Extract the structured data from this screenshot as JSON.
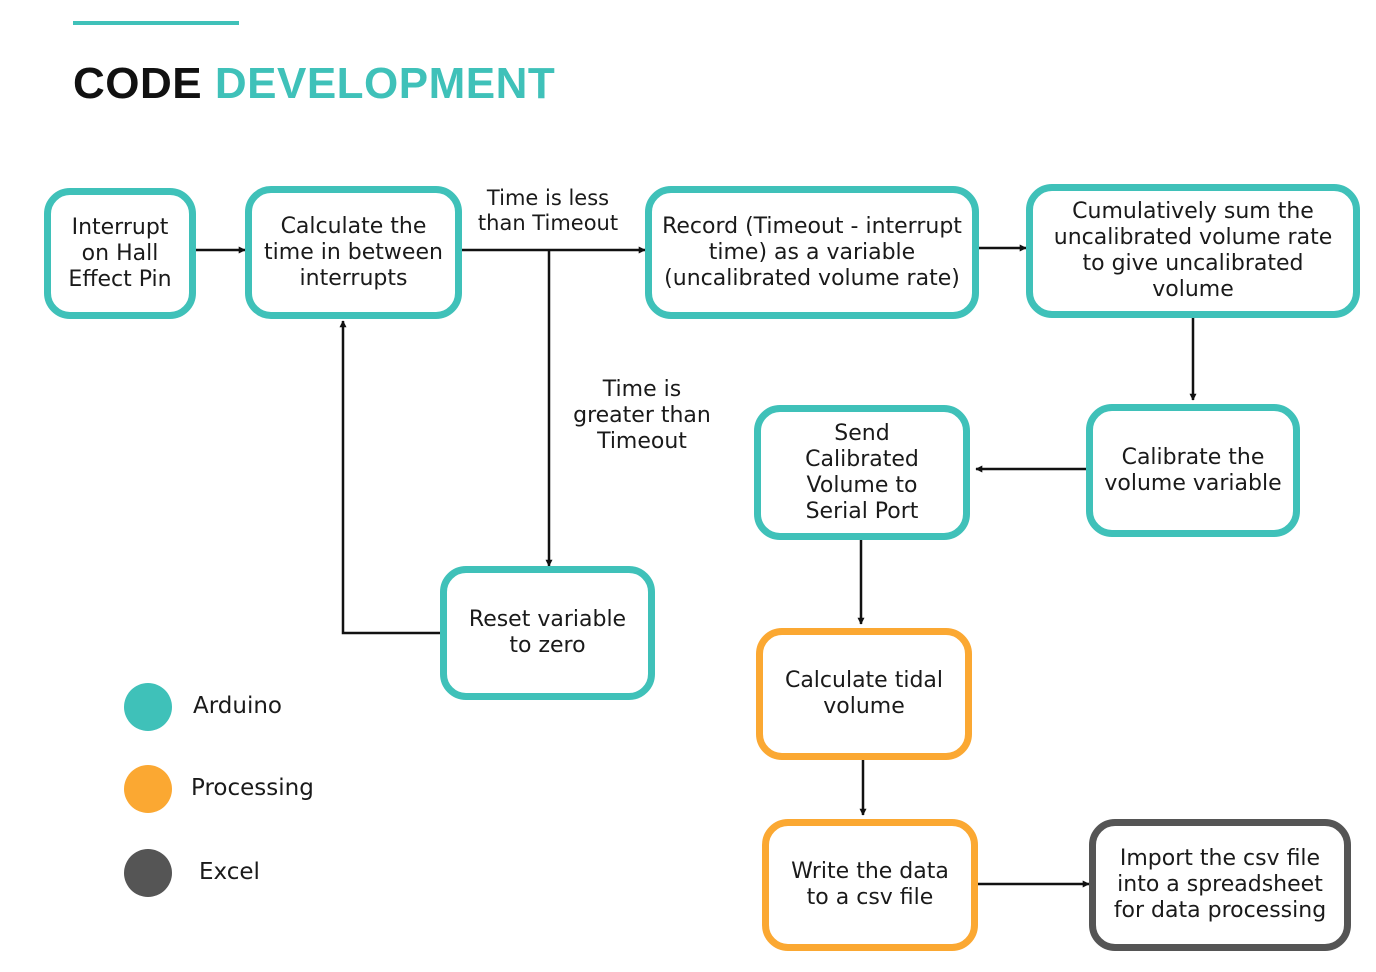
{
  "header": {
    "title_word1": "CODE",
    "title_word2": "DEVELOPMENT",
    "accent_color": "#3fc1b9"
  },
  "colors": {
    "arduino": "#3fc1b9",
    "processing": "#fba832",
    "excel": "#555555"
  },
  "nodes": {
    "interrupt": {
      "lines": [
        "Interrupt",
        "on Hall",
        "Effect Pin"
      ],
      "category": "arduino"
    },
    "calc_time": {
      "lines": [
        "Calculate the",
        "time in between",
        "interrupts"
      ],
      "category": "arduino"
    },
    "record": {
      "lines": [
        "Record (Timeout - interrupt",
        "time) as a variable",
        "(uncalibrated volume rate)"
      ],
      "category": "arduino"
    },
    "cumulative": {
      "lines": [
        "Cumulatively sum the",
        "uncalibrated volume rate",
        "to give uncalibrated",
        "volume"
      ],
      "category": "arduino"
    },
    "calibrate": {
      "lines": [
        "Calibrate the",
        "volume variable"
      ],
      "category": "arduino"
    },
    "send": {
      "lines": [
        "Send",
        "Calibrated",
        "Volume to",
        "Serial Port"
      ],
      "category": "arduino"
    },
    "reset": {
      "lines": [
        "Reset variable",
        "to zero"
      ],
      "category": "arduino"
    },
    "tidal": {
      "lines": [
        "Calculate tidal",
        "volume"
      ],
      "category": "processing"
    },
    "write": {
      "lines": [
        "Write the data",
        "to a csv file"
      ],
      "category": "processing"
    },
    "import": {
      "lines": [
        "Import the csv file",
        "into a spreadsheet",
        "for data processing"
      ],
      "category": "excel"
    }
  },
  "edge_labels": {
    "less_than": [
      "Time is less",
      "than Timeout"
    ],
    "greater_than": [
      "Time is",
      "greater than",
      "Timeout"
    ]
  },
  "legend": [
    {
      "label": "Arduino",
      "color": "#3fc1b9"
    },
    {
      "label": "Processing",
      "color": "#fba832"
    },
    {
      "label": "Excel",
      "color": "#555555"
    }
  ]
}
